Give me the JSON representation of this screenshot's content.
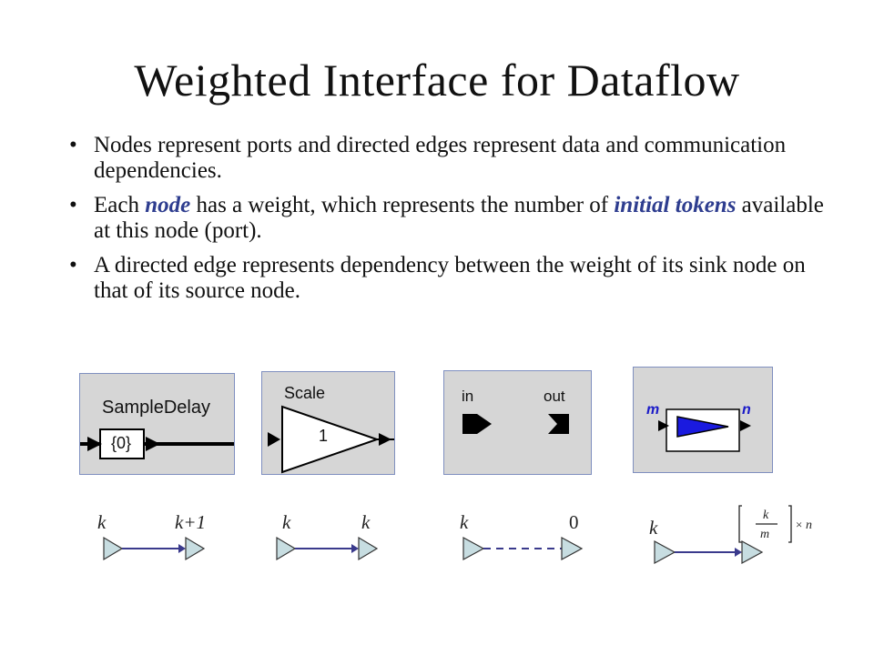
{
  "title": "Weighted Interface for Dataflow",
  "bullets": [
    {
      "text": "Nodes represent ports and directed edges represent data and communication dependencies."
    },
    {
      "pre": "Each ",
      "hl1": "node",
      "mid": " has a weight, which represents the number of ",
      "hl2": "initial tokens",
      "post": " available at this node (port)."
    },
    {
      "text": "A directed edge represents dependency between the weight of its sink node on that of its source node."
    }
  ],
  "actors": {
    "sample_delay": {
      "name": "SampleDelay",
      "value": "{0}"
    },
    "scale": {
      "name": "Scale",
      "factor": "1"
    },
    "ports": {
      "in_label": "in",
      "out_label": "out"
    },
    "composite": {
      "input": "m",
      "output": "n"
    }
  },
  "edges": [
    {
      "source_weight": "k",
      "sink_weight": "k+1",
      "style": "solid"
    },
    {
      "source_weight": "k",
      "sink_weight": "k",
      "style": "solid"
    },
    {
      "source_weight": "k",
      "sink_weight": "0",
      "style": "dashed"
    },
    {
      "source_weight": "k",
      "sink_formula": {
        "numerator": "k",
        "denominator": "m",
        "times": "×",
        "factor": "n"
      },
      "style": "solid"
    }
  ],
  "colors": {
    "highlight": "#2e3d8f",
    "node_fill": "#c7dde1",
    "edge": "#3a3a8c",
    "panel": "#d6d6d6",
    "composite_arrow": "#1a1adf",
    "port_label": "#1a1ac8"
  }
}
